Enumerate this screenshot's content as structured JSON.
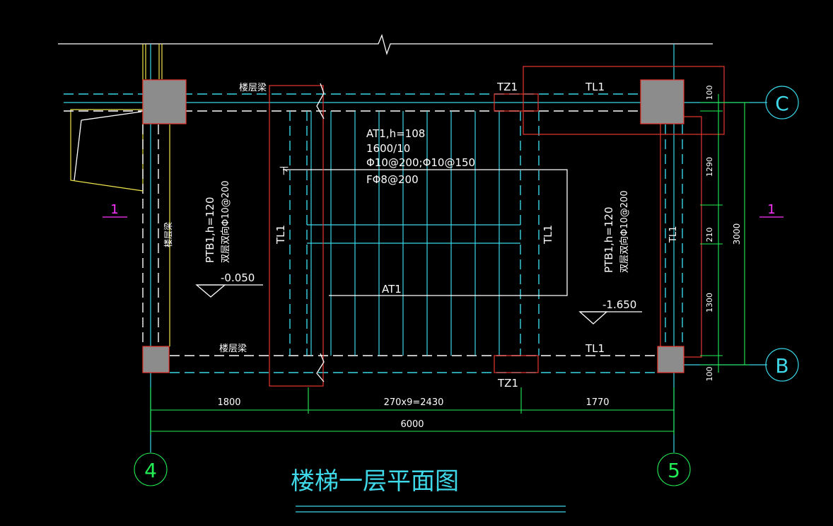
{
  "title": "楼梯一层平面图",
  "axes": {
    "top_right": "C",
    "bottom_right": "B",
    "bottom_left": "4",
    "bottom_right_col": "5"
  },
  "section_marks": {
    "left": "1",
    "right": "1"
  },
  "labels": {
    "floor_beam_top": "楼层梁",
    "floor_beam_bottom": "楼层梁",
    "floor_beam_left": "楼层梁",
    "tz1_top": "TZ1",
    "tz1_bottom": "TZ1",
    "tl1_top": "TL1",
    "tl1_bottom": "TL1",
    "tl1_left": "TL1",
    "tl1_mid": "TL1",
    "tl1_right": "TL1",
    "at1_top_line1": "AT1,h=108",
    "at1_top_line2": "1600/10",
    "at1_top_line3": "Φ10@200;Φ10@150",
    "at1_top_line4": "FΦ8@200",
    "down_mark": "下",
    "at1_bottom": "AT1",
    "ptb_left_line1": "PTB1,h=120",
    "ptb_left_line2": "双层双向Φ10@200",
    "ptb_right_line1": "PTB1,h=120",
    "ptb_right_line2": "双层双向Φ10@200",
    "elev_left": "-0.050",
    "elev_right": "-1.650"
  },
  "dimensions": {
    "bottom_left": "1800",
    "bottom_mid": "270x9=2430",
    "bottom_right": "1770",
    "bottom_total": "6000",
    "right_top": "100",
    "right_1": "1290",
    "right_2": "210",
    "right_3": "1300",
    "right_bottom": "100",
    "right_total": "3000"
  },
  "colors": {
    "background": "#000000",
    "cyan": "#38d6e6",
    "white": "#ffffff",
    "red": "#e8352f",
    "green": "#22ee55",
    "magenta": "#ff33ff",
    "yellow": "#f0e64a",
    "column_fill": "#8c8c8c"
  }
}
